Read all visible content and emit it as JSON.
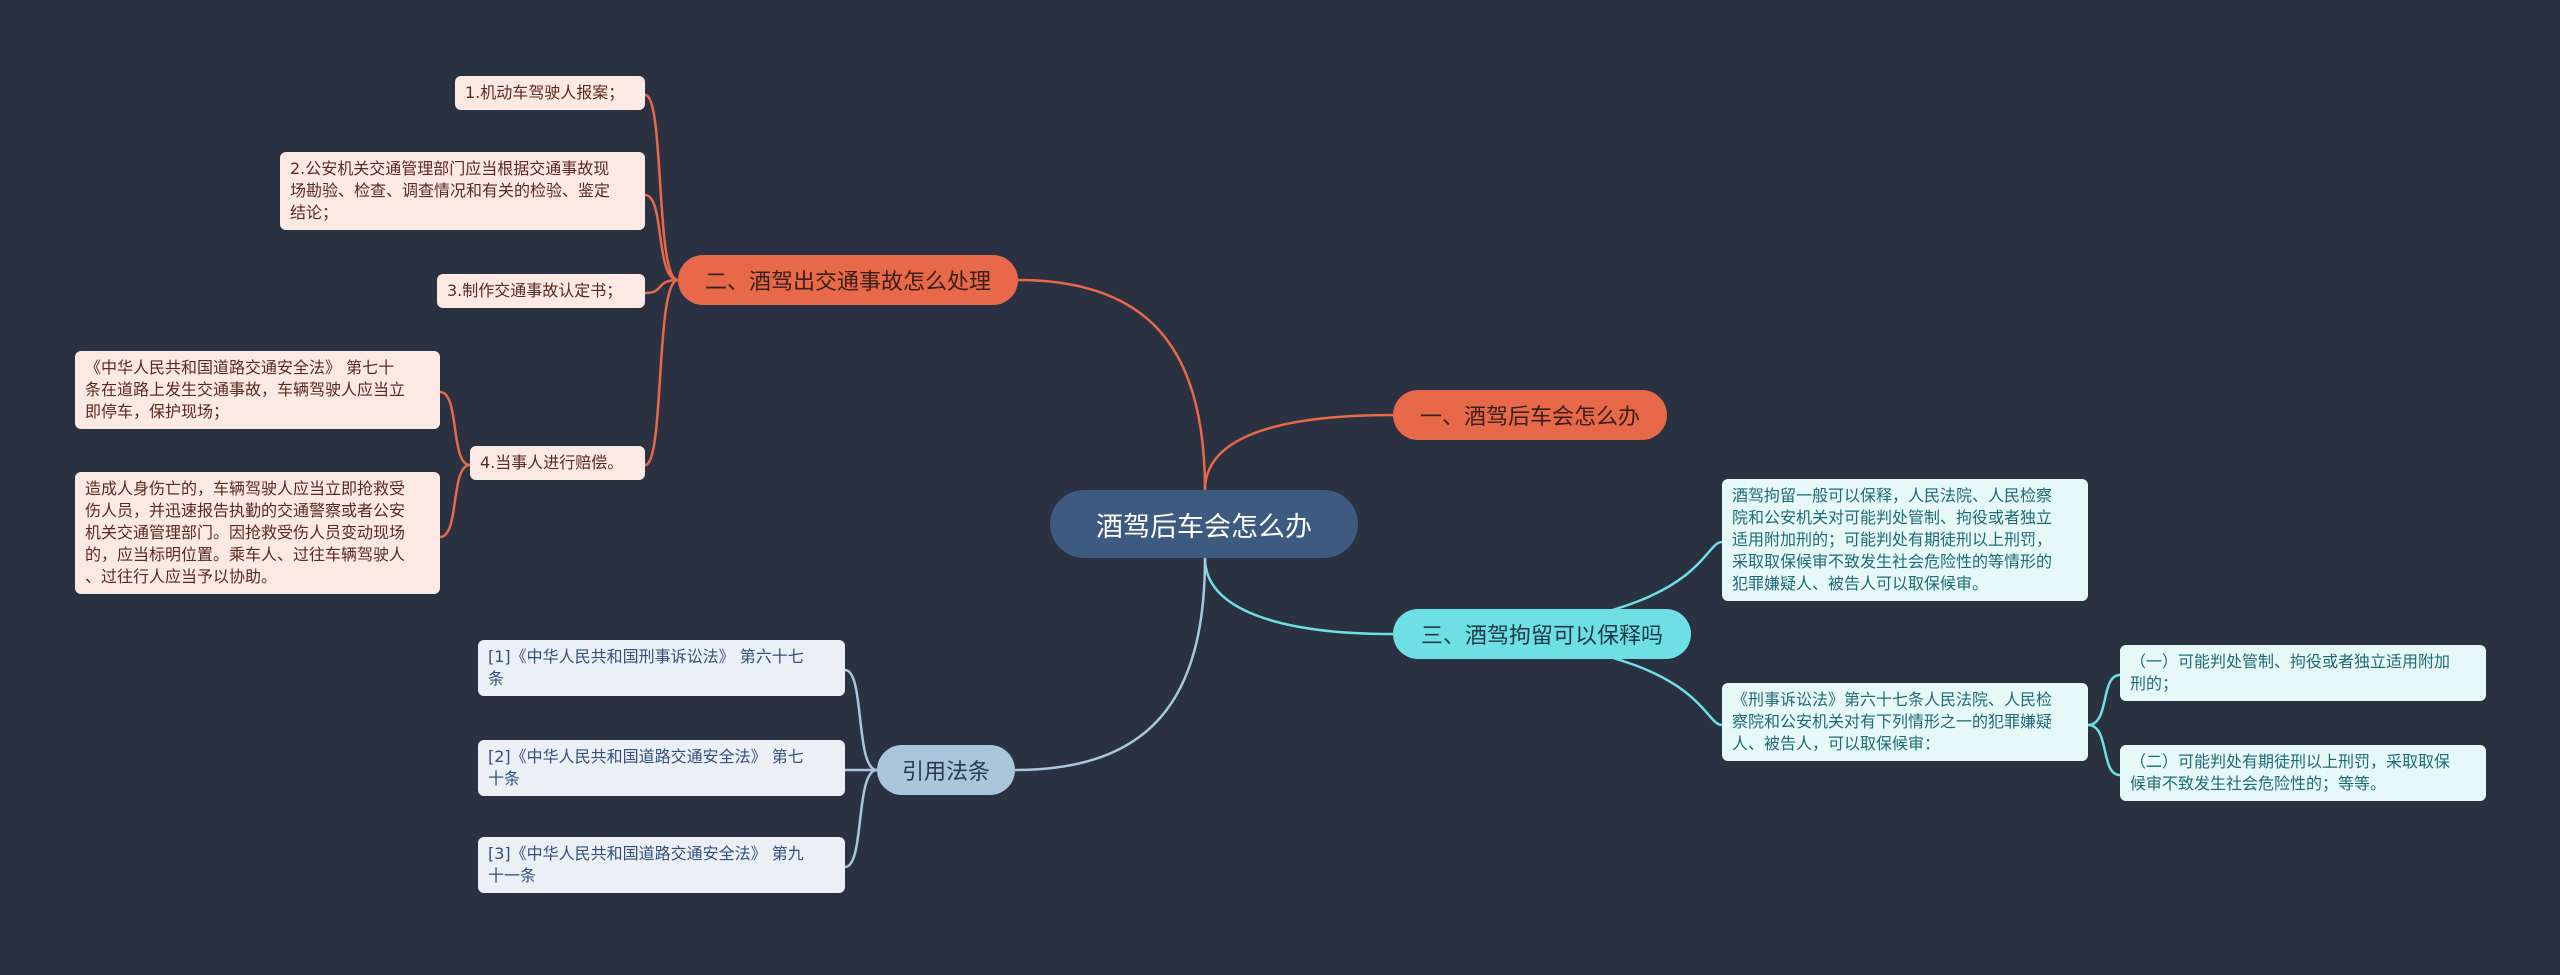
{
  "center": {
    "label": "酒驾后车会怎么办"
  },
  "branch1": {
    "label": "一、酒驾后车会怎么办"
  },
  "branch2": {
    "label": "二、酒驾出交通事故怎么处理",
    "items": [
      "1.机动车驾驶人报案；",
      "2.公安机关交通管理部门应当根据交通事故现\n场勘验、检查、调查情况和有关的检验、鉴定\n结论；",
      "3.制作交通事故认定书；",
      "4.当事人进行赔偿。"
    ],
    "sub": [
      "《中华人民共和国道路交通安全法》 第七十\n条在道路上发生交通事故，车辆驾驶人应当立\n即停车，保护现场；",
      "造成人身伤亡的，车辆驾驶人应当立即抢救受\n伤人员，并迅速报告执勤的交通警察或者公安\n机关交通管理部门。因抢救受伤人员变动现场\n的，应当标明位置。乘车人、过往车辆驾驶人\n、过往行人应当予以协助。"
    ]
  },
  "branch3": {
    "label": "三、酒驾拘留可以保释吗",
    "items": [
      "酒驾拘留一般可以保释，人民法院、人民检察\n院和公安机关对可能判处管制、拘役或者独立\n适用附加刑的；可能判处有期徒刑以上刑罚，\n采取取保候审不致发生社会危险性的等情形的\n犯罪嫌疑人、被告人可以取保候审。",
      "《刑事诉讼法》第六十七条人民法院、人民检\n察院和公安机关对有下列情形之一的犯罪嫌疑\n人、被告人，可以取保候审："
    ],
    "sub": [
      "（一）可能判处管制、拘役或者独立适用附加\n刑的；",
      "（二）可能判处有期徒刑以上刑罚，采取取保\n候审不致发生社会危险性的；等等。"
    ]
  },
  "branch4": {
    "label": "引用法条",
    "items": [
      "[1]《中华人民共和国刑事诉讼法》 第六十七\n条",
      "[2]《中华人民共和国道路交通安全法》 第七\n十条",
      "[3]《中华人民共和国道路交通安全法》 第九\n十一条"
    ]
  },
  "colors": {
    "background": "#2a3140",
    "center": "#3d5a80",
    "red": "#e8684a",
    "cyan": "#6fdfe6",
    "blue": "#a9c6dd"
  }
}
